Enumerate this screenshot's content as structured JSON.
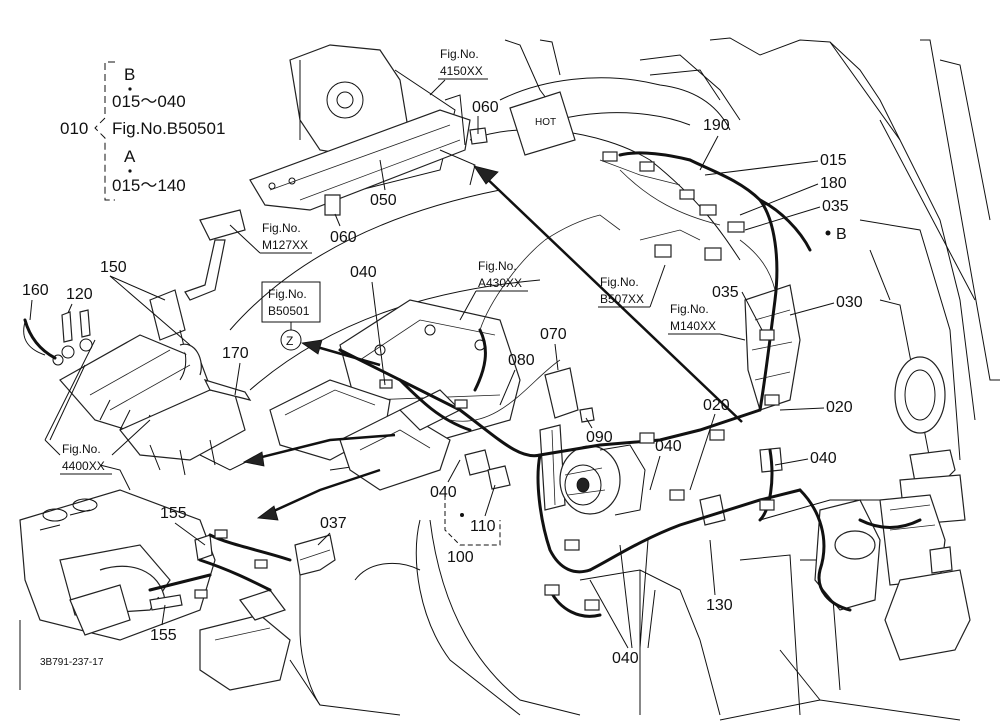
{
  "legend": {
    "ref": "010",
    "line1": "B",
    "line2": "015～040",
    "line3": "Fig.No.B50501",
    "line4": "A",
    "line5": "015～140"
  },
  "figure_refs": [
    {
      "top": "Fig.No.",
      "bottom": "4150XX"
    },
    {
      "top": "Fig.No.",
      "bottom": "M127XX"
    },
    {
      "top": "Fig.No.",
      "bottom": "A430XX"
    },
    {
      "top": "Fig.No.",
      "bottom": "B507XX"
    },
    {
      "top": "Fig.No.",
      "bottom": "M140XX"
    },
    {
      "top": "Fig.No.",
      "bottom": "4400XX"
    },
    {
      "top": "Fig.No.",
      "bottom": "B50501"
    }
  ],
  "view_marker": "Z",
  "point_b": "B",
  "part_labels": [
    "060",
    "050",
    "060",
    "190",
    "015",
    "180",
    "035",
    "040",
    "150",
    "160",
    "120",
    "170",
    "070",
    "080",
    "035",
    "030",
    "090",
    "020",
    "020",
    "040",
    "040",
    "040",
    "110",
    "100",
    "155",
    "037",
    "155",
    "130",
    "040"
  ],
  "drawing_code": "3B791-237-17",
  "tank_text": "HOT"
}
